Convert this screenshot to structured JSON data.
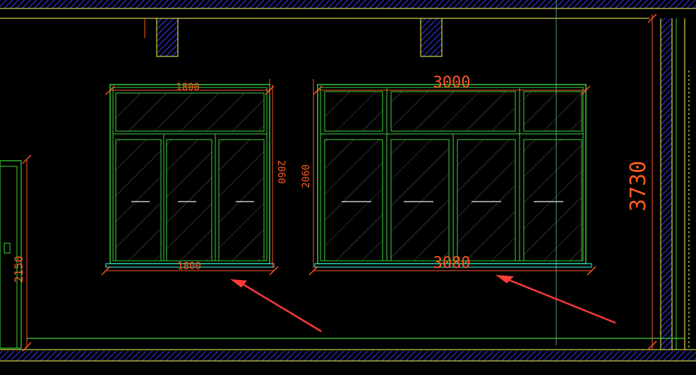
{
  "colors": {
    "background": "#000000",
    "wall_line": "#ffff55",
    "wall_hatch": "#3a3aff",
    "frame": "#3cd63c",
    "glass_hatch": "#7a7a7a",
    "dimension": "#ff5a1f",
    "sill": "#33d6c8",
    "annotation_arrow": "#ff3b3b",
    "grid_line": "#5f8f8f"
  },
  "window_left": {
    "top_width": "1800",
    "height": "2060",
    "bottom_width": "1800"
  },
  "window_right": {
    "top_width": "3000",
    "height": "2060",
    "bottom_width": "3080"
  },
  "door": {
    "height": "2150"
  },
  "wall": {
    "total_height": "3730"
  }
}
